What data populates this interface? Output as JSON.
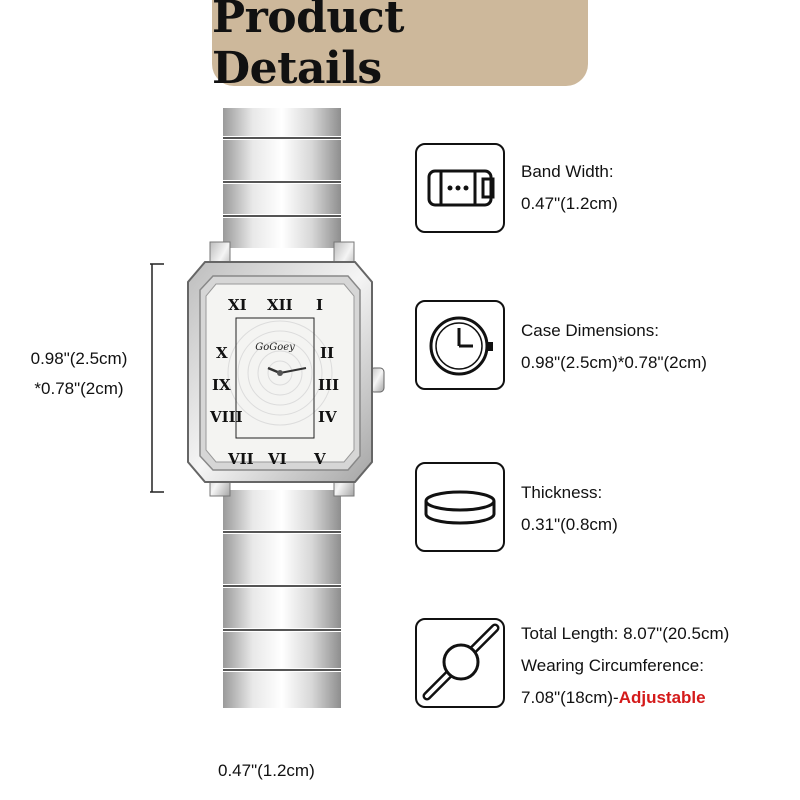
{
  "header": {
    "title": "Product Details"
  },
  "dimensions": {
    "case_line1": "0.98\"(2.5cm)",
    "case_line2": "*0.78\"(2cm)",
    "band_width": "0.47\"(1.2cm)"
  },
  "watch": {
    "brand": "GoGoey"
  },
  "specs": [
    {
      "icon": "watch-band-icon",
      "label": "Band Width:",
      "value": "0.47\"(1.2cm)"
    },
    {
      "icon": "watch-face-icon",
      "label": "Case Dimensions:",
      "value": "0.98\"(2.5cm)*0.78\"(2cm)"
    },
    {
      "icon": "thickness-disc-icon",
      "label": "Thickness:",
      "value": "0.31\"(0.8cm)"
    },
    {
      "icon": "full-watch-icon",
      "label": "Total Length: 8.07\"(20.5cm)",
      "label2": "Wearing Circumference:",
      "value": "7.08\"(18cm)-",
      "highlight": "Adjustable"
    }
  ],
  "colors": {
    "banner": "#cdb89b",
    "highlight": "#d41a1a",
    "ink": "#111111"
  }
}
